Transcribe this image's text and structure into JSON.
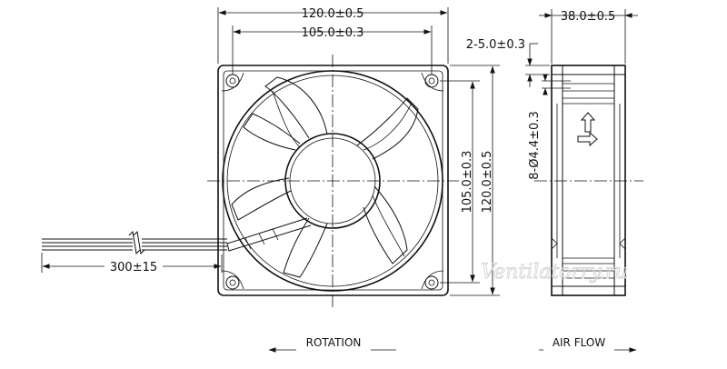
{
  "front_view": {
    "overall_width": "120.0±0.5",
    "hole_spacing_width": "105.0±0.3",
    "hole_spacing_height": "105.0±0.3",
    "overall_height": "120.0±0.5",
    "cable_length": "300±15",
    "rotation_label": "ROTATION"
  },
  "side_view": {
    "depth": "38.0±0.5",
    "flange_thickness": "2-5.0±0.3",
    "mounting_holes": "8-Ø4.4±0.3",
    "airflow_label": "AIR FLOW"
  },
  "watermark": "Ventilatorry.ru",
  "colors": {
    "line": "#111111",
    "watermark": "#d6d6d6",
    "background": "#ffffff"
  }
}
